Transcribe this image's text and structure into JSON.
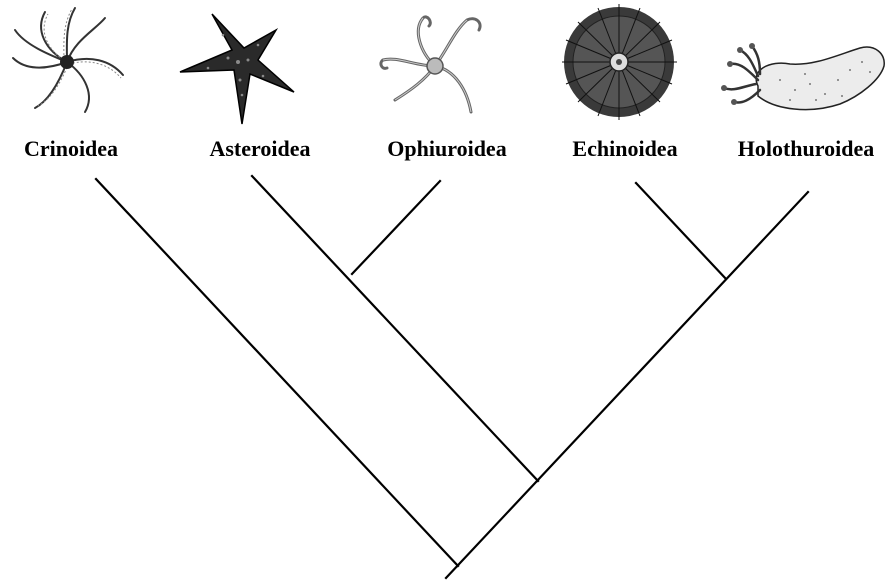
{
  "taxa": [
    {
      "label": "Crinoidea",
      "illustration": "feather-star-icon"
    },
    {
      "label": "Asteroidea",
      "illustration": "starfish-icon"
    },
    {
      "label": "Ophiuroidea",
      "illustration": "brittle-star-icon"
    },
    {
      "label": "Echinoidea",
      "illustration": "sea-urchin-icon"
    },
    {
      "label": "Holothuroidea",
      "illustration": "sea-cucumber-icon"
    }
  ],
  "tree": {
    "topology": "(Crinoidea,((Asteroidea,Ophiuroidea),(Echinoidea,Holothuroidea)))",
    "line_color": "#000000"
  },
  "colors": {
    "background": "#ffffff",
    "text": "#000000",
    "illustration_dark": "#1a1a1a",
    "illustration_mid": "#555555",
    "illustration_light": "#dcdcdc"
  }
}
